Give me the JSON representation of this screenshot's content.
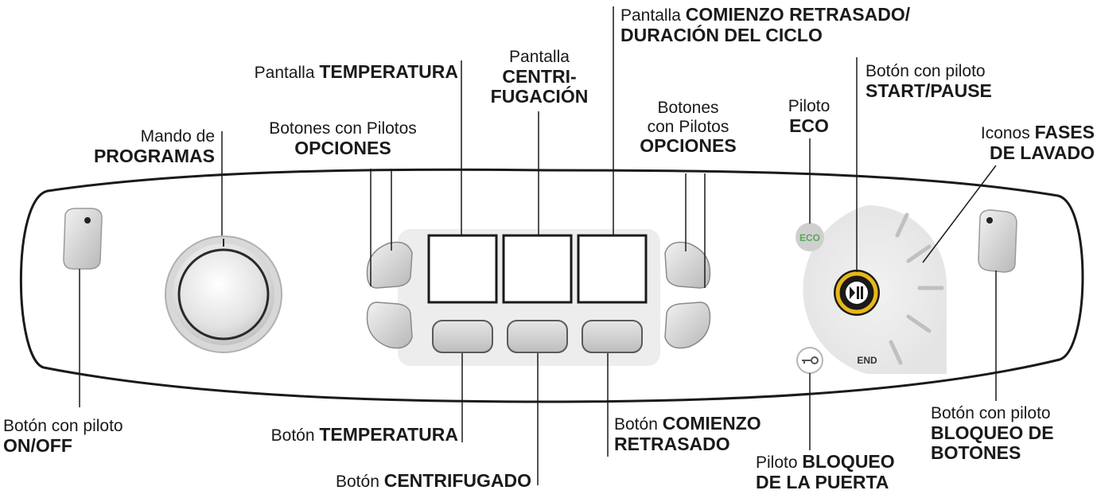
{
  "labels": {
    "on_off": {
      "line1": "Botón con piloto",
      "line2": "ON/OFF"
    },
    "programas": {
      "line1": "Mando de",
      "line2": "PROGRAMAS"
    },
    "opciones_left": {
      "line1": "Botones con Pilotos",
      "line2": "OPCIONES"
    },
    "pantalla_temperatura": {
      "prefix": "Pantalla ",
      "bold": "TEMPERATURA"
    },
    "pantalla_centrifugacion": {
      "line1": "Pantalla",
      "line2": "CENTRI-",
      "line3": "FUGACIÓN"
    },
    "pantalla_comienzo": {
      "prefix": "Pantalla ",
      "bold1": "COMIENZO RETRASADO/",
      "bold2": "DURACIÓN DEL CICLO"
    },
    "opciones_right": {
      "line1": "Botones",
      "line2": "con Pilotos",
      "line3": "OPCIONES"
    },
    "eco": {
      "line1": "Piloto",
      "line2": "ECO"
    },
    "start_pause": {
      "line1": "Botón con piloto",
      "line2": "START/PAUSE"
    },
    "fases": {
      "prefix": "Iconos ",
      "bold1": "FASES",
      "bold2": "DE LAVADO"
    },
    "boton_temperatura": {
      "prefix": "Botón ",
      "bold": "TEMPERATURA"
    },
    "boton_centrifugado": {
      "prefix": "Botón ",
      "bold": "CENTRIFUGADO"
    },
    "boton_comienzo": {
      "prefix": "Botón ",
      "bold1": "COMIENZO",
      "bold2": "RETRASADO"
    },
    "bloqueo_puerta": {
      "prefix": "Piloto ",
      "bold1": "BLOQUEO",
      "bold2": "DE LA PUERTA"
    },
    "bloqueo_botones": {
      "line1": "Botón con piloto",
      "line2": "BLOQUEO DE",
      "line3": "BOTONES"
    }
  },
  "panel": {
    "eco_icon_text": "ECO",
    "end_text": "END"
  },
  "colors": {
    "panel_stroke": "#1a1a1a",
    "start_ring": "#e8b818",
    "eco_green": "#5aa55a"
  }
}
